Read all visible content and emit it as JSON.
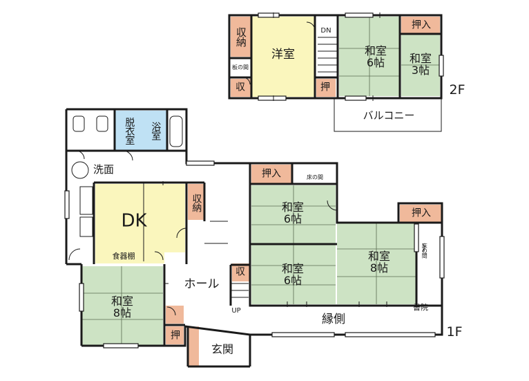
{
  "floor_labels": {
    "second": "2F",
    "first": "1F"
  },
  "second_floor": {
    "western_room": "洋室",
    "storage_top": "収納",
    "storage_bottom": "収",
    "board_space": "板の間",
    "down_mark": "DN",
    "closet_small": "押",
    "japanese_6": {
      "name": "和室",
      "size": "6帖"
    },
    "closet_oshiire": "押入",
    "japanese_3": {
      "name": "和室",
      "size": "3帖"
    },
    "balcony": "バルコニー"
  },
  "first_floor": {
    "changing_room": "脱衣室",
    "bathroom": "浴室",
    "washroom": "洗面",
    "dk": "DK",
    "dk_storage": "収納",
    "cupboard": "食器棚",
    "closet_oshiire_mid": "押入",
    "tokonoma_mid": "床の間",
    "japanese_6_upper": {
      "name": "和室",
      "size": "6帖"
    },
    "japanese_6_lower": {
      "name": "和室",
      "size": "6帖"
    },
    "closet_oshiire_right": "押入",
    "japanese_8_right": {
      "name": "和室",
      "size": "8帖"
    },
    "tokonoma_right": "床の間",
    "shoin": "書院",
    "hall": "ホール",
    "stair_storage": "収",
    "up_mark": "UP",
    "japanese_8_left": {
      "name": "和室",
      "size": "8帖"
    },
    "closet_small": "押",
    "engawa": "縁側",
    "entrance": "玄関"
  },
  "colors": {
    "wall": "#1a1a1a",
    "tatami": "#cde3c4",
    "western": "#faf6bd",
    "dk": "#faf6bd",
    "storage": "#f0b99b",
    "bath": "#bfe1f4",
    "floor": "#ffffff"
  }
}
